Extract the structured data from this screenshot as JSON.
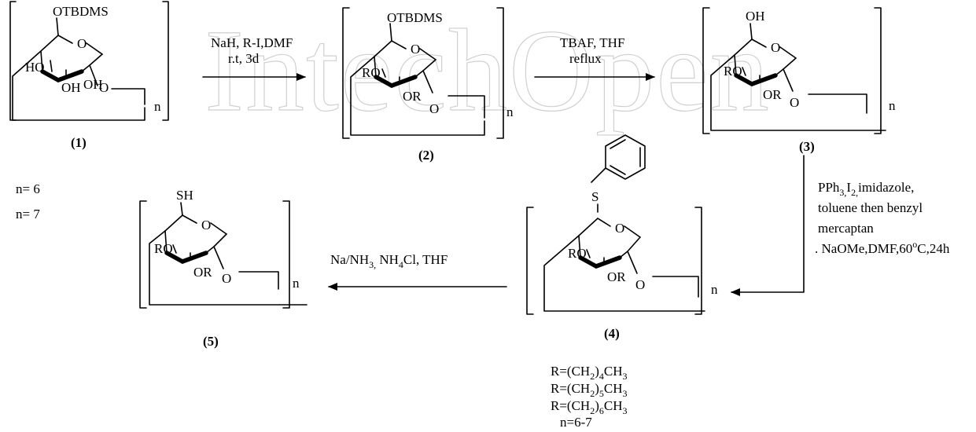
{
  "watermark": "IntechOpen",
  "compounds": {
    "c1": {
      "number": "(1)",
      "substituent": "OTBDMS",
      "ho3": "HO",
      "oh2": "OH",
      "oh1": "OH",
      "ring_o": "O",
      "link_o": "O",
      "n": "n"
    },
    "c2": {
      "number": "(2)",
      "substituent": "OTBDMS",
      "ro3": "RO",
      "or2": "OR",
      "ring_o": "O",
      "link_o": "O",
      "n": "n"
    },
    "c3": {
      "number": "(3)",
      "substituent": "OH",
      "ro3": "RO",
      "or2": "OR",
      "ring_o": "O",
      "link_o": "O",
      "n": "n"
    },
    "c4": {
      "number": "(4)",
      "substituent": "S",
      "ro3": "RO",
      "or2": "OR",
      "ring_o": "O",
      "link_o": "O",
      "n": "n"
    },
    "c5": {
      "number": "(5)",
      "substituent": "SH",
      "ro3": "RO",
      "or2": "OR",
      "ring_o": "O",
      "link_o": "O",
      "n": "n"
    }
  },
  "n_values": [
    "n= 6",
    "n= 7"
  ],
  "steps": {
    "s1": {
      "line1": "NaH, R-I,DMF",
      "line2": "r.t, 3d"
    },
    "s2": {
      "line1": "TBAF, THF",
      "line2": "reflux"
    },
    "s3": {
      "line1_a": "PPh",
      "line1_sub1": "3,",
      "line1_b": "I",
      "line1_sub2": "2,",
      "line1_c": "imidazole,",
      "line2": "toluene then benzyl",
      "line3": "mercaptan",
      "line4_a": ". NaOMe,DMF,60",
      "line4_sup": "o",
      "line4_b": "C,24h"
    },
    "s4": {
      "a": "Na/NH",
      "sub1": "3,",
      "b": " NH",
      "sub2": "4",
      "c": "Cl, THF"
    }
  },
  "r_groups": [
    {
      "pre": "R=(CH",
      "sub1": "2",
      "mid": ")",
      "sub2": "4",
      "post": "CH",
      "sub3": "3"
    },
    {
      "pre": "R=(CH",
      "sub1": "2",
      "mid": ")",
      "sub2": "5",
      "post": "CH",
      "sub3": "3"
    },
    {
      "pre": "R=(CH",
      "sub1": "2",
      "mid": ")",
      "sub2": "6",
      "post": "CH",
      "sub3": "3"
    }
  ],
  "n_range": "n=6-7"
}
